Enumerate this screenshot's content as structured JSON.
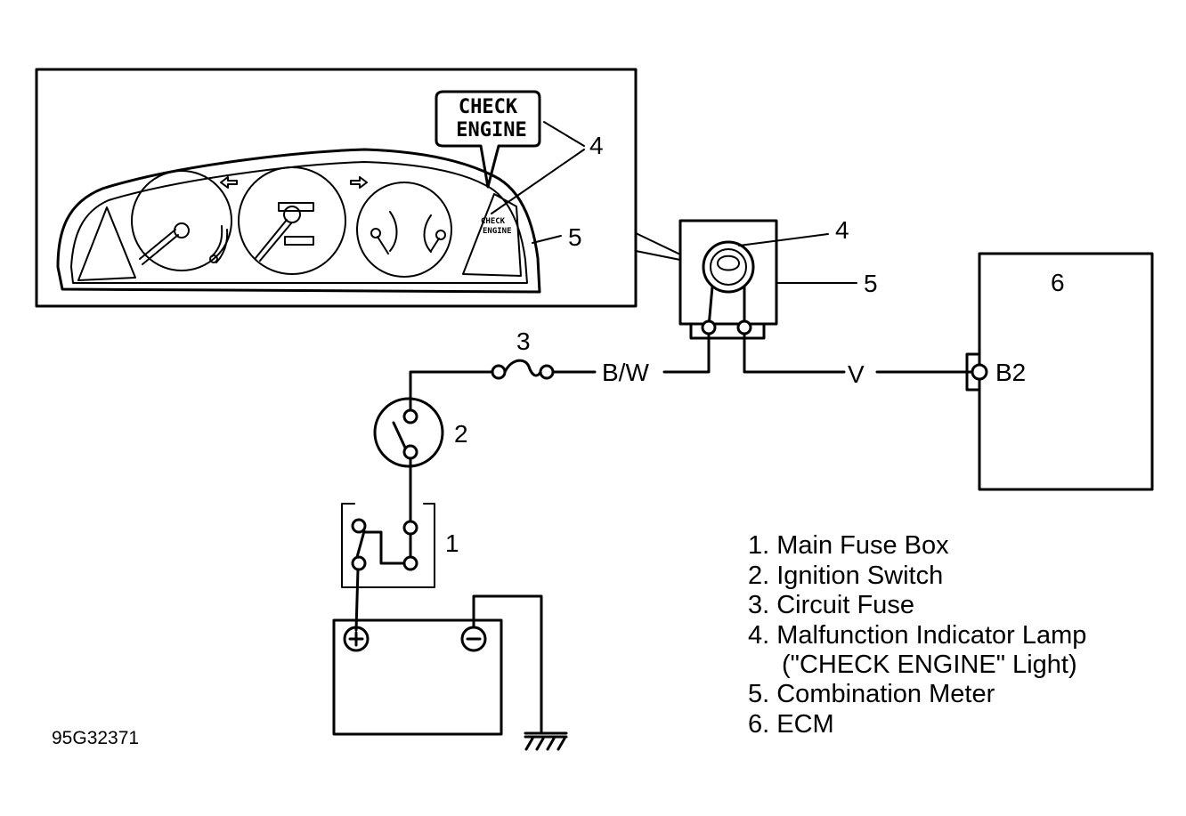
{
  "callouts": {
    "lamp_balloon": "4",
    "meter_inset": "5",
    "lamp": "4",
    "meter": "5",
    "ecm": "6",
    "fuse": "3",
    "ignition": "2",
    "fuse_box": "1"
  },
  "check_engine": {
    "line1": "CHECK",
    "line2": "ENGINE"
  },
  "wires": {
    "bw": "B/W",
    "v": "V"
  },
  "ecm_terminal": "B2",
  "legend": [
    "1. Main Fuse Box",
    "2. Ignition Switch",
    "3. Circuit Fuse",
    "4. Malfunction Indicator Lamp",
    "(\"CHECK ENGINE\" Light)",
    "5. Combination Meter",
    "6. ECM"
  ],
  "figure_code": "95G32371"
}
